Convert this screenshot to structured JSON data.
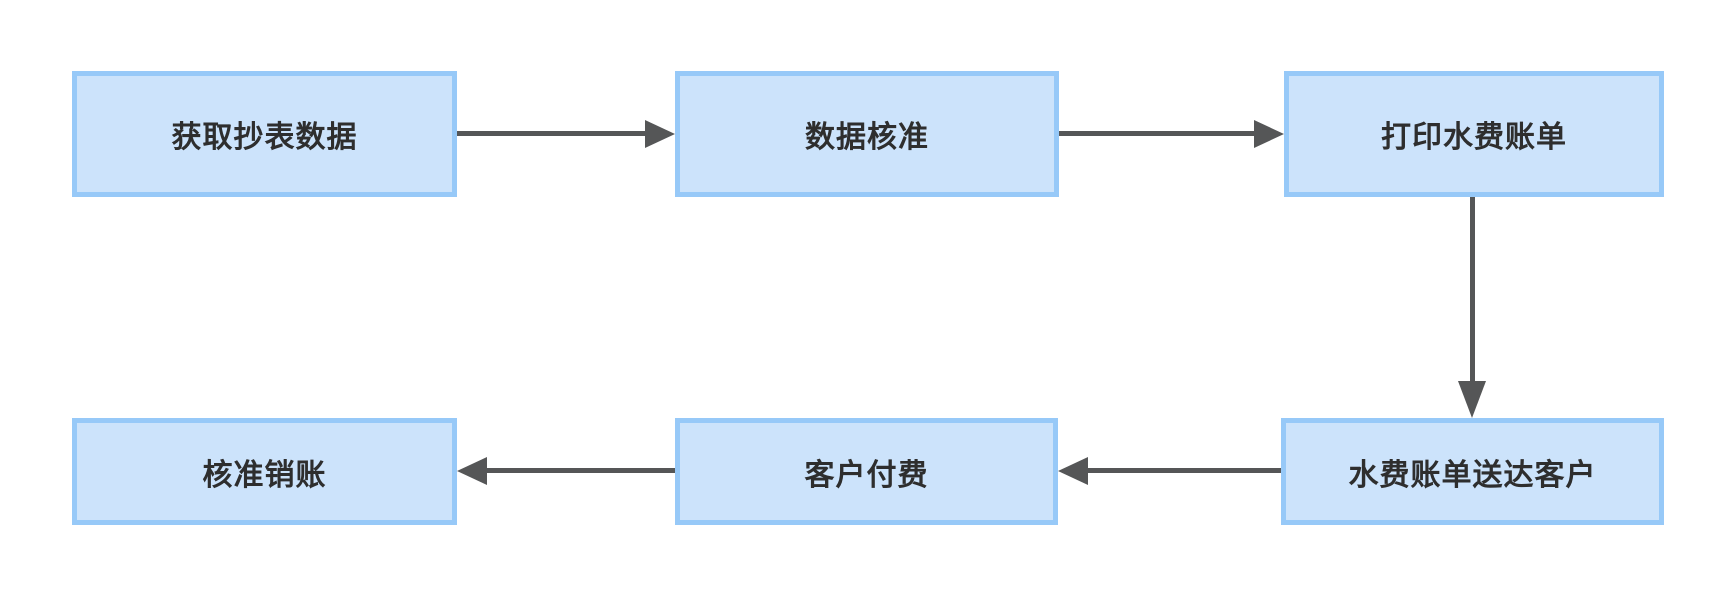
{
  "diagram": {
    "type": "flowchart",
    "background": "#ffffff",
    "colors": {
      "node_fill": "#cce3fb",
      "node_border": "#97c9f8",
      "node_text": "#2e2e2e",
      "arrow": "#555657"
    },
    "nodes": [
      {
        "id": "step-1",
        "label": "获取抄表数据"
      },
      {
        "id": "step-2",
        "label": "数据核准"
      },
      {
        "id": "step-3",
        "label": "打印水费账单"
      },
      {
        "id": "step-4",
        "label": "水费账单送达客户"
      },
      {
        "id": "step-5",
        "label": "客户付费"
      },
      {
        "id": "step-6",
        "label": "核准销账"
      }
    ],
    "edges": [
      {
        "from": "获取抄表数据",
        "to": "数据核准",
        "direction": "right"
      },
      {
        "from": "数据核准",
        "to": "打印水费账单",
        "direction": "right"
      },
      {
        "from": "打印水费账单",
        "to": "水费账单送达客户",
        "direction": "down"
      },
      {
        "from": "水费账单送达客户",
        "to": "客户付费",
        "direction": "left"
      },
      {
        "from": "客户付费",
        "to": "核准销账",
        "direction": "left"
      }
    ]
  }
}
